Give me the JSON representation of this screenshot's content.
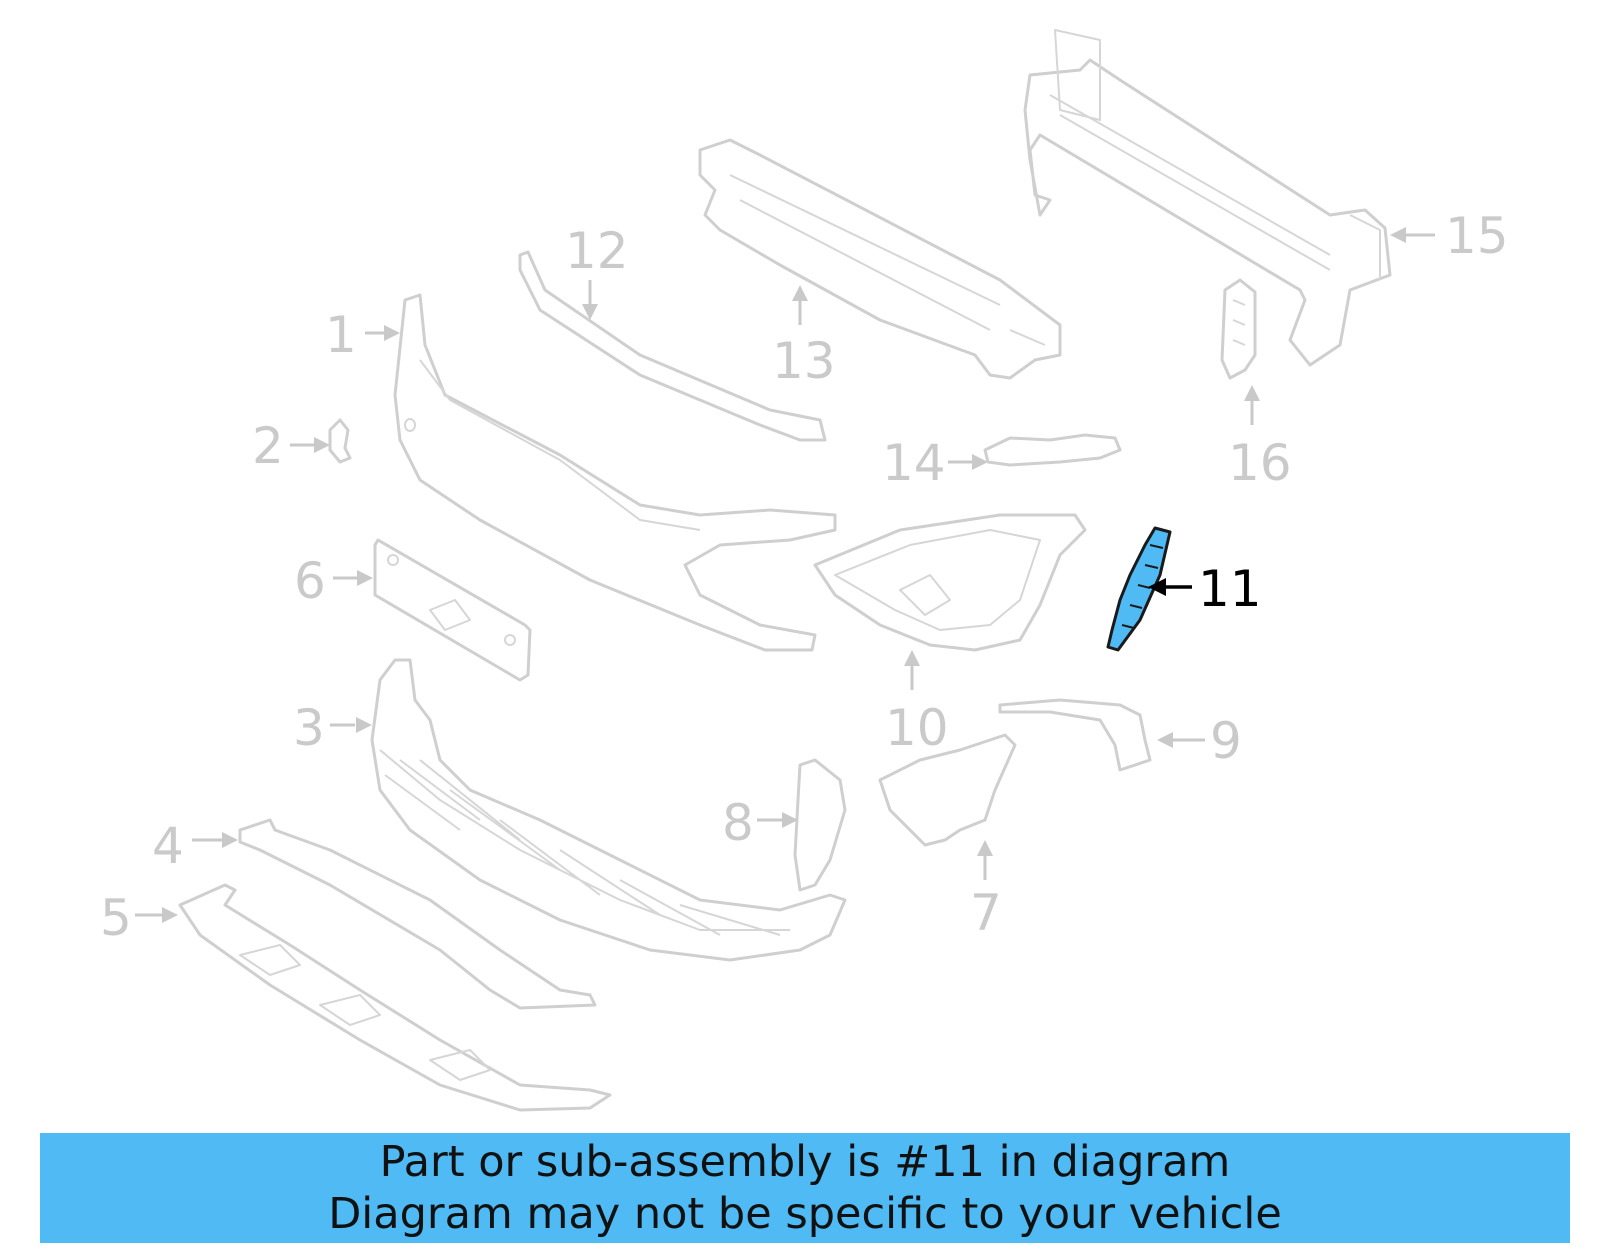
{
  "diagram": {
    "highlighted_part": "11",
    "highlight_color": "#4fbaf3",
    "callouts": [
      "1",
      "2",
      "3",
      "4",
      "5",
      "6",
      "7",
      "8",
      "9",
      "10",
      "11",
      "12",
      "13",
      "14",
      "15",
      "16"
    ]
  },
  "banner": {
    "line1": "Part or sub-assembly is #11 in diagram",
    "line2": "Diagram may not be specific to your vehicle",
    "background": "#4fbaf3"
  }
}
